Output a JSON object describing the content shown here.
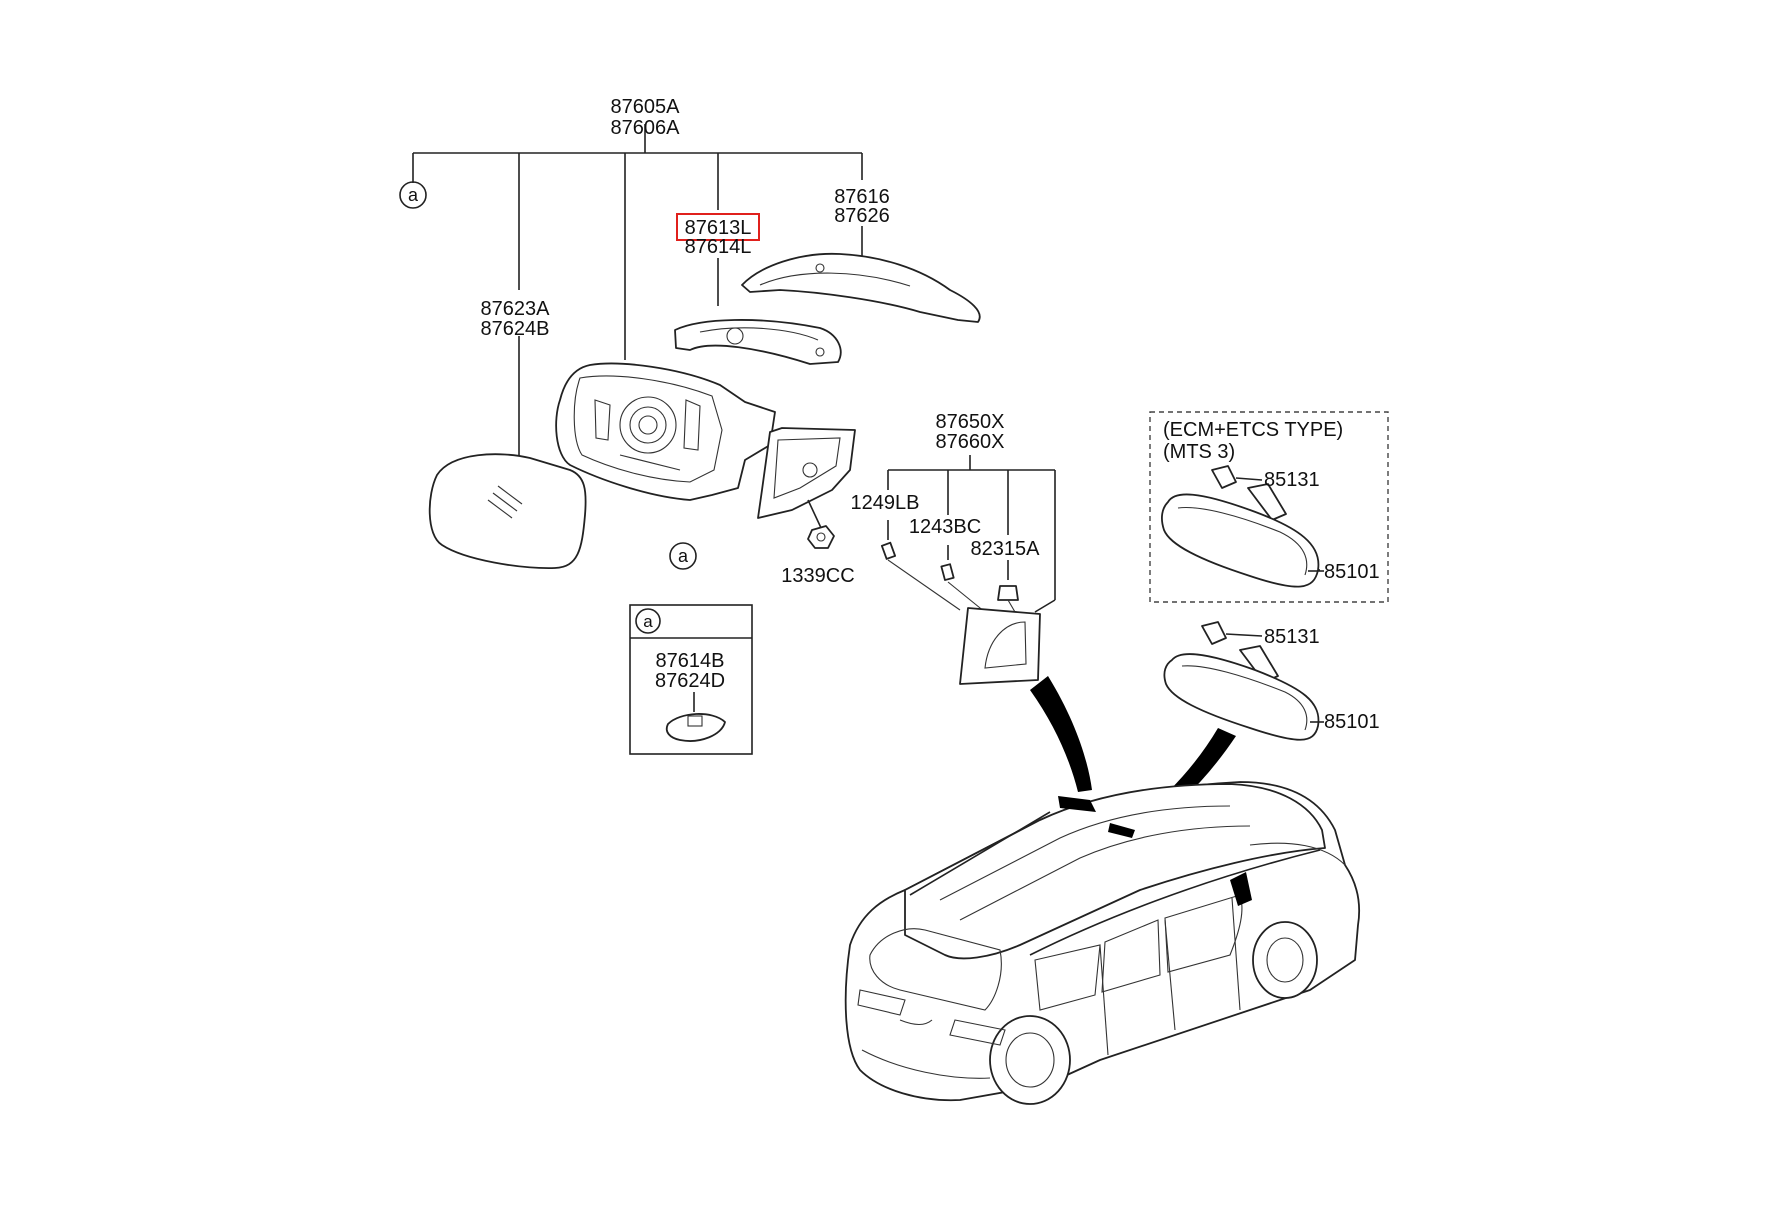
{
  "labels": {
    "top_line1": "87605A",
    "top_line2": "87606A",
    "glass_line1": "87623A",
    "glass_line2": "87624B",
    "cover_line1": "87616",
    "cover_line2": "87626",
    "lamp_line1": "87613L",
    "lamp_line2": "87614L",
    "nut": "1339CC",
    "trim_line1": "87650X",
    "trim_line2": "87660X",
    "screw1": "1249LB",
    "screw2": "1243BC",
    "clip": "82315A",
    "callout_a": "a",
    "inset_a_line1": "87614B",
    "inset_a_line2": "87624D",
    "ecm_title_line1": "(ECM+ETCS TYPE)",
    "ecm_title_line2": "(MTS 3)",
    "ecm_cover": "85131",
    "ecm_mirror": "85101",
    "std_cover": "85131",
    "std_mirror": "85101"
  },
  "highlight": {
    "part": "87613L",
    "color": "#e0201c"
  },
  "icons": [
    "callout-circle-a",
    "arrow-to-vehicle"
  ]
}
